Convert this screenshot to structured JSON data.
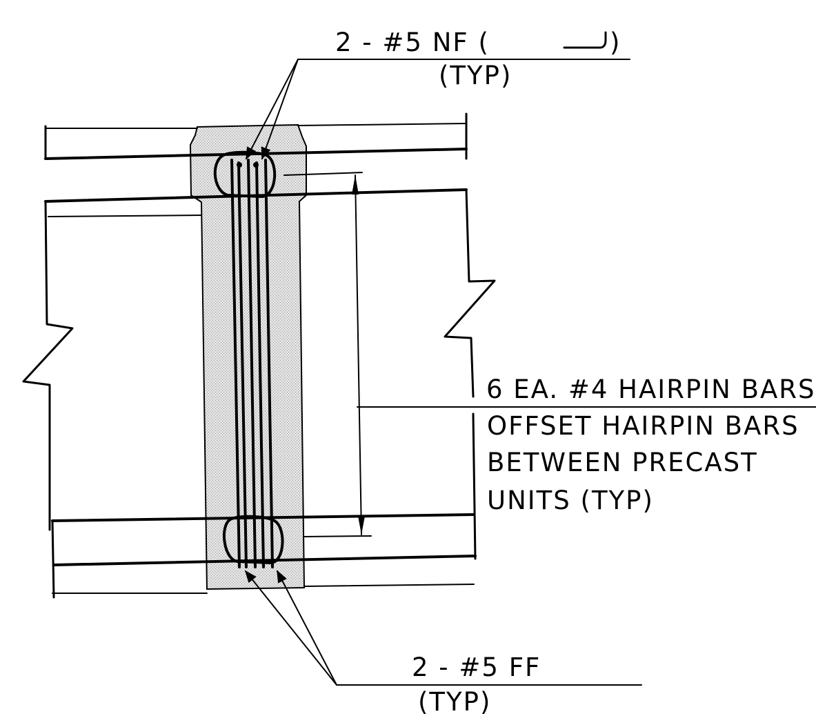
{
  "callouts": {
    "top": {
      "line1": "2  -  #5   NF (",
      "line1_end": ")",
      "line2": "(TYP)"
    },
    "bottom": {
      "line1": "2  -  #5  FF",
      "line2": "(TYP)"
    },
    "right": {
      "line1": "6 EA. #4 HAIRPIN BARS",
      "line2": "OFFSET HAIRPIN BARS",
      "line3": "BETWEEN PRECAST",
      "line4": "UNITS (TYP)"
    }
  },
  "colors": {
    "line": "#000000",
    "infill": "#d9d9d9",
    "background": "#ffffff"
  }
}
